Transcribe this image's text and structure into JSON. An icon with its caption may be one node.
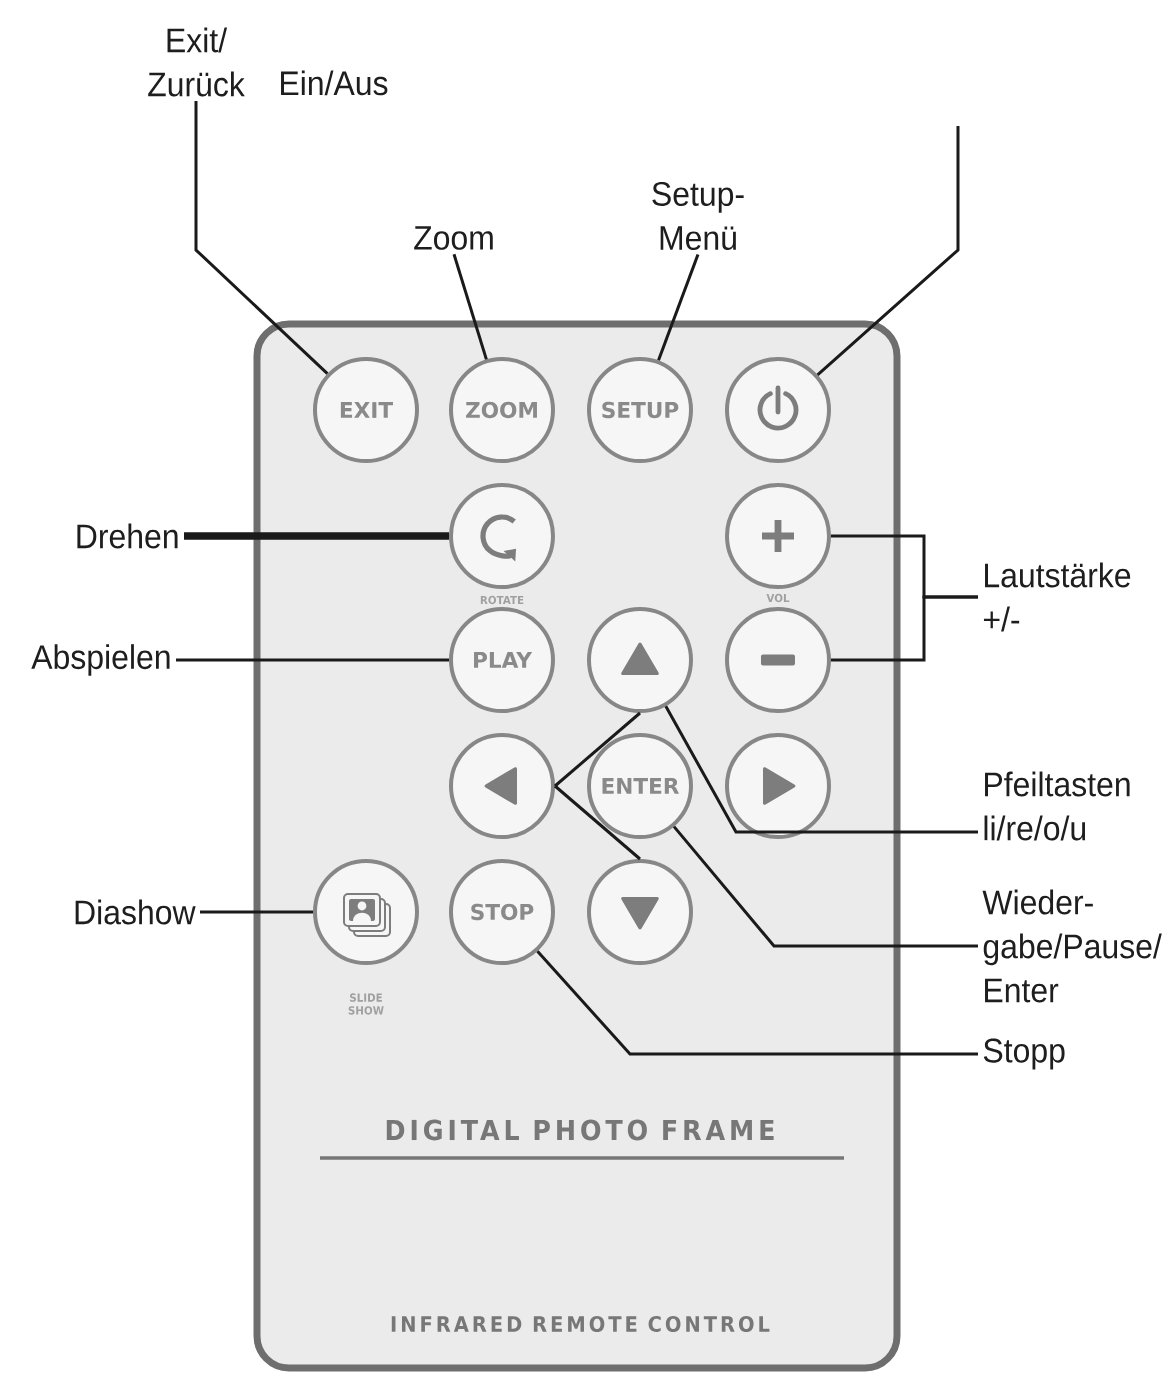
{
  "diagram": {
    "nodes": [
      {
        "text": [
          "DIGITAL PHOTO FRAME",
          "INFRARED REMOTE CONTROL"
        ]
      },
      {
        "text": [
          "Exit/ Zurück"
        ]
      },
      {
        "text": [
          "Zoom"
        ]
      },
      {
        "text": [
          "Setup- Menü"
        ]
      },
      {
        "text": [
          "EXIT"
        ],
        "in": 0
      },
      {
        "text": [
          "ZOOM"
        ],
        "in": 0
      },
      {
        "text": [
          "SETUP"
        ],
        "in": 0
      },
      {
        "text": [],
        "shape": "circle",
        "in": 0
      },
      {
        "text": [
          "Drehen"
        ]
      },
      {
        "text": [],
        "shape": "circle",
        "in": 0,
        "beside": [
          "ROTATE"
        ]
      },
      {
        "text": [],
        "shape": "circle",
        "in": 0
      },
      {
        "text": [
          "Lautstärke +/-"
        ]
      },
      {
        "text": [
          "Abspielen"
        ]
      },
      {
        "text": [
          "PLAY"
        ],
        "in": 0
      },
      {
        "text": [],
        "shape": "circle",
        "in": 0
      },
      {
        "text": [],
        "shape": "circle",
        "in": 0
      },
      {
        "text": [],
        "shape": "circle",
        "in": 0
      },
      {
        "text": [
          "ENTER"
        ],
        "in": 0
      },
      {
        "text": [],
        "shape": "circle",
        "in": 0
      },
      {
        "text": [
          "Pfeiltasten li/re/o/u"
        ]
      },
      {
        "text": [
          "Diashow"
        ]
      },
      {
        "text": [],
        "shape": "circle",
        "in": 0,
        "beside": [
          "SLIDE SHOW"
        ]
      },
      {
        "text": [
          "STOP"
        ],
        "in": 0
      },
      {
        "text": [],
        "shape": "circle",
        "in": 0
      },
      {
        "text": [
          "Wieder- gabe/Pause/ Enter"
        ]
      },
      {
        "text": [
          "Stopp"
        ]
      }
    ],
    "edges": [
      {
        "from": 1,
        "to": 4,
        "arrow": "none"
      },
      {
        "from": 2,
        "to": 5,
        "arrow": "none"
      },
      {
        "from": 3,
        "to": 6,
        "arrow": "none"
      },
      {
        "from": null,
        "to": 7,
        "arrow": "none"
      },
      {
        "from": 8,
        "to": 9,
        "arrow": "none",
        "style": "thick"
      },
      {
        "from": 11,
        "to": 10,
        "arrow": "none"
      },
      {
        "from": 11,
        "to": 15,
        "arrow": "none"
      },
      {
        "from": 12,
        "to": 13,
        "arrow": "none"
      },
      {
        "from": 19,
        "to": 14,
        "arrow": "none"
      },
      {
        "from": 14,
        "to": 16,
        "arrow": "none"
      },
      {
        "from": 16,
        "to": 23,
        "arrow": "none"
      },
      {
        "from": 20,
        "to": 21,
        "arrow": "none"
      },
      {
        "from": 24,
        "to": 17,
        "arrow": "none"
      },
      {
        "from": 25,
        "to": 22,
        "arrow": "none"
      }
    ],
    "labels": [
      "Ein/Aus",
      "VOL"
    ]
  }
}
